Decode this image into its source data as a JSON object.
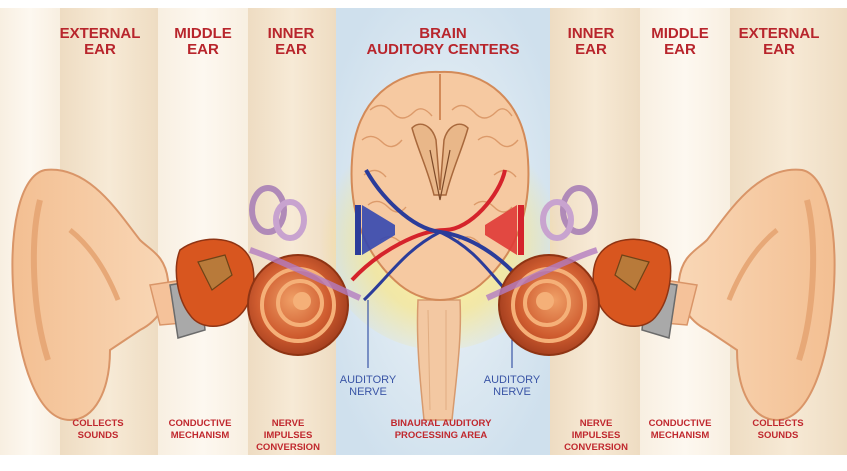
{
  "headers": {
    "left_external": [
      "EXTERNAL",
      "EAR"
    ],
    "left_middle": [
      "MIDDLE",
      "EAR"
    ],
    "left_inner": [
      "INNER",
      "EAR"
    ],
    "brain": [
      "BRAIN",
      "AUDITORY CENTERS"
    ],
    "right_inner": [
      "INNER",
      "EAR"
    ],
    "right_middle": [
      "MIDDLE",
      "EAR"
    ],
    "right_external": [
      "EXTERNAL",
      "EAR"
    ]
  },
  "descriptions": {
    "left_external": [
      "COLLECTS",
      "SOUNDS"
    ],
    "left_middle": [
      "CONDUCTIVE",
      "MECHANISM"
    ],
    "left_inner": [
      "NERVE",
      "IMPULSES",
      "CONVERSION"
    ],
    "brain": [
      "BINAURAL AUDITORY",
      "PROCESSING AREA"
    ],
    "right_inner": [
      "NERVE",
      "IMPULSES",
      "CONVERSION"
    ],
    "right_middle": [
      "CONDUCTIVE",
      "MECHANISM"
    ],
    "right_external": [
      "COLLECTS",
      "SOUNDS"
    ]
  },
  "nerve_labels": {
    "left": [
      "AUDITORY",
      "NERVE"
    ],
    "right": [
      "AUDITORY",
      "NERVE"
    ]
  },
  "colors": {
    "column_beige": "#f1e3cc",
    "column_light": "#fbf5ea",
    "brain_blue_bg": "#dce9f3",
    "header_red": "#b8252c",
    "skin": "#f5c9a0",
    "cochlea": "#c8512c",
    "nerve_blue": "#2b3c9a",
    "nerve_red": "#d5232b",
    "label_blue": "#3a55a6"
  }
}
